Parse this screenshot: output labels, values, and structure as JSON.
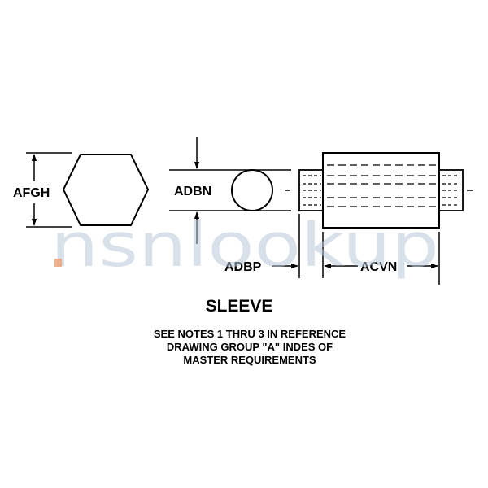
{
  "labels": {
    "afgh": "AFGH",
    "adbn": "ADBN",
    "adbp": "ADBP",
    "acvn": "ACVN"
  },
  "title": "SLEEVE",
  "notes": [
    "SEE NOTES 1 THRU 3 IN REFERENCE",
    "DRAWING GROUP \"A\" INDES OF",
    "MASTER REQUIREMENTS"
  ],
  "watermark": {
    "text": "nsnlookup",
    "color": "#b9c9d9",
    "accent_color": "#f0a070"
  }
}
